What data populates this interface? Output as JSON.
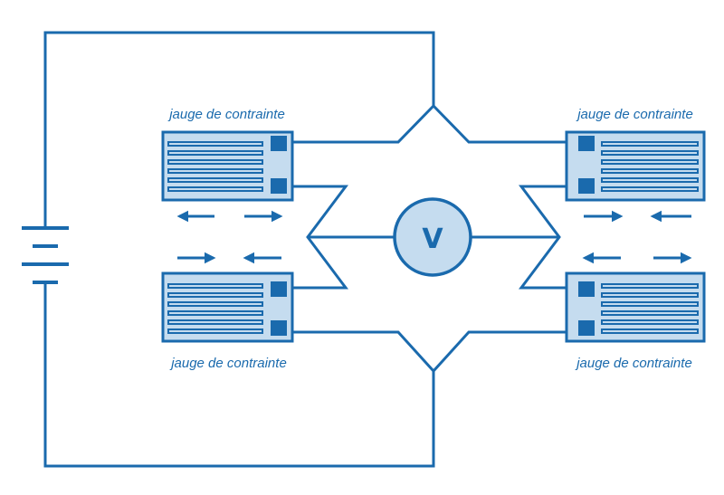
{
  "colors": {
    "line": "#1a6aad",
    "gauge_fill": "#c5dcef",
    "pad": "#1a6aad",
    "meter_fill": "#c5dcef"
  },
  "gauges": {
    "top_left": {
      "label": "jauge de contrainte"
    },
    "bottom_left": {
      "label": "jauge de contrainte"
    },
    "top_right": {
      "label": "jauge de contrainte"
    },
    "bottom_right": {
      "label": "jauge de contrainte"
    }
  },
  "voltmeter": {
    "symbol": "V",
    "icon": "voltmeter-icon"
  },
  "battery": {
    "icon": "battery-icon"
  },
  "arrows": {
    "top_left": "outward",
    "bottom_left": "inward",
    "top_right": "inward",
    "bottom_right": "outward"
  }
}
